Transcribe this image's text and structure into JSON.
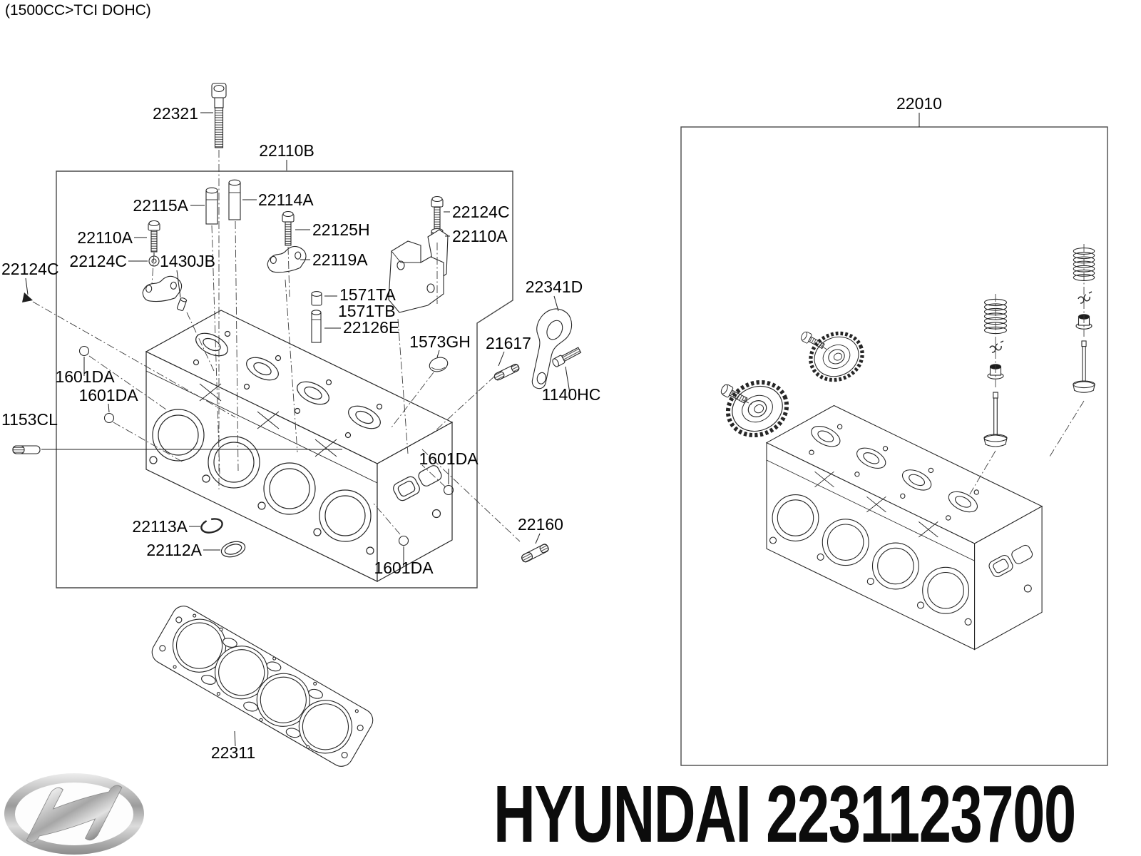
{
  "header": {
    "title": "(1500CC>TCI DOHC)"
  },
  "diagram": {
    "left_box": {
      "label": "22110B"
    },
    "right_box": {
      "label": "22010"
    },
    "labels": [
      {
        "id": "22321",
        "text": "22321"
      },
      {
        "id": "22115A",
        "text": "22115A"
      },
      {
        "id": "22114A",
        "text": "22114A"
      },
      {
        "id": "22110A-left",
        "text": "22110A"
      },
      {
        "id": "22124C-mid",
        "text": "22124C"
      },
      {
        "id": "1430JB",
        "text": "1430JB"
      },
      {
        "id": "22125H",
        "text": "22125H"
      },
      {
        "id": "22119A",
        "text": "22119A"
      },
      {
        "id": "22124C-right",
        "text": "22124C"
      },
      {
        "id": "22110A-right",
        "text": "22110A"
      },
      {
        "id": "1571TA",
        "text": "1571TA"
      },
      {
        "id": "1571TB",
        "text": "1571TB"
      },
      {
        "id": "22126E",
        "text": "22126E"
      },
      {
        "id": "1573GH",
        "text": "1573GH"
      },
      {
        "id": "21617",
        "text": "21617"
      },
      {
        "id": "22341D",
        "text": "22341D"
      },
      {
        "id": "1140HC",
        "text": "1140HC"
      },
      {
        "id": "1601DA-1",
        "text": "1601DA"
      },
      {
        "id": "1601DA-2",
        "text": "1601DA"
      },
      {
        "id": "1153CL",
        "text": "1153CL"
      },
      {
        "id": "22124C-far-left",
        "text": "22124C"
      },
      {
        "id": "22113A",
        "text": "22113A"
      },
      {
        "id": "22112A",
        "text": "22112A"
      },
      {
        "id": "1601DA-3",
        "text": "1601DA"
      },
      {
        "id": "1601DA-4",
        "text": "1601DA"
      },
      {
        "id": "22160",
        "text": "22160"
      },
      {
        "id": "22311",
        "text": "22311"
      }
    ]
  },
  "footer": {
    "brand": "HYUNDAI",
    "part_number": "2231123700",
    "logo": "hyundai-logo"
  },
  "colors": {
    "background": "#ffffff",
    "line": "#262626",
    "box_line": "#4a4a4a",
    "label_text": "#020202",
    "footer_text": "#0c0c0c",
    "logo_silver": "#9c9c9c"
  }
}
